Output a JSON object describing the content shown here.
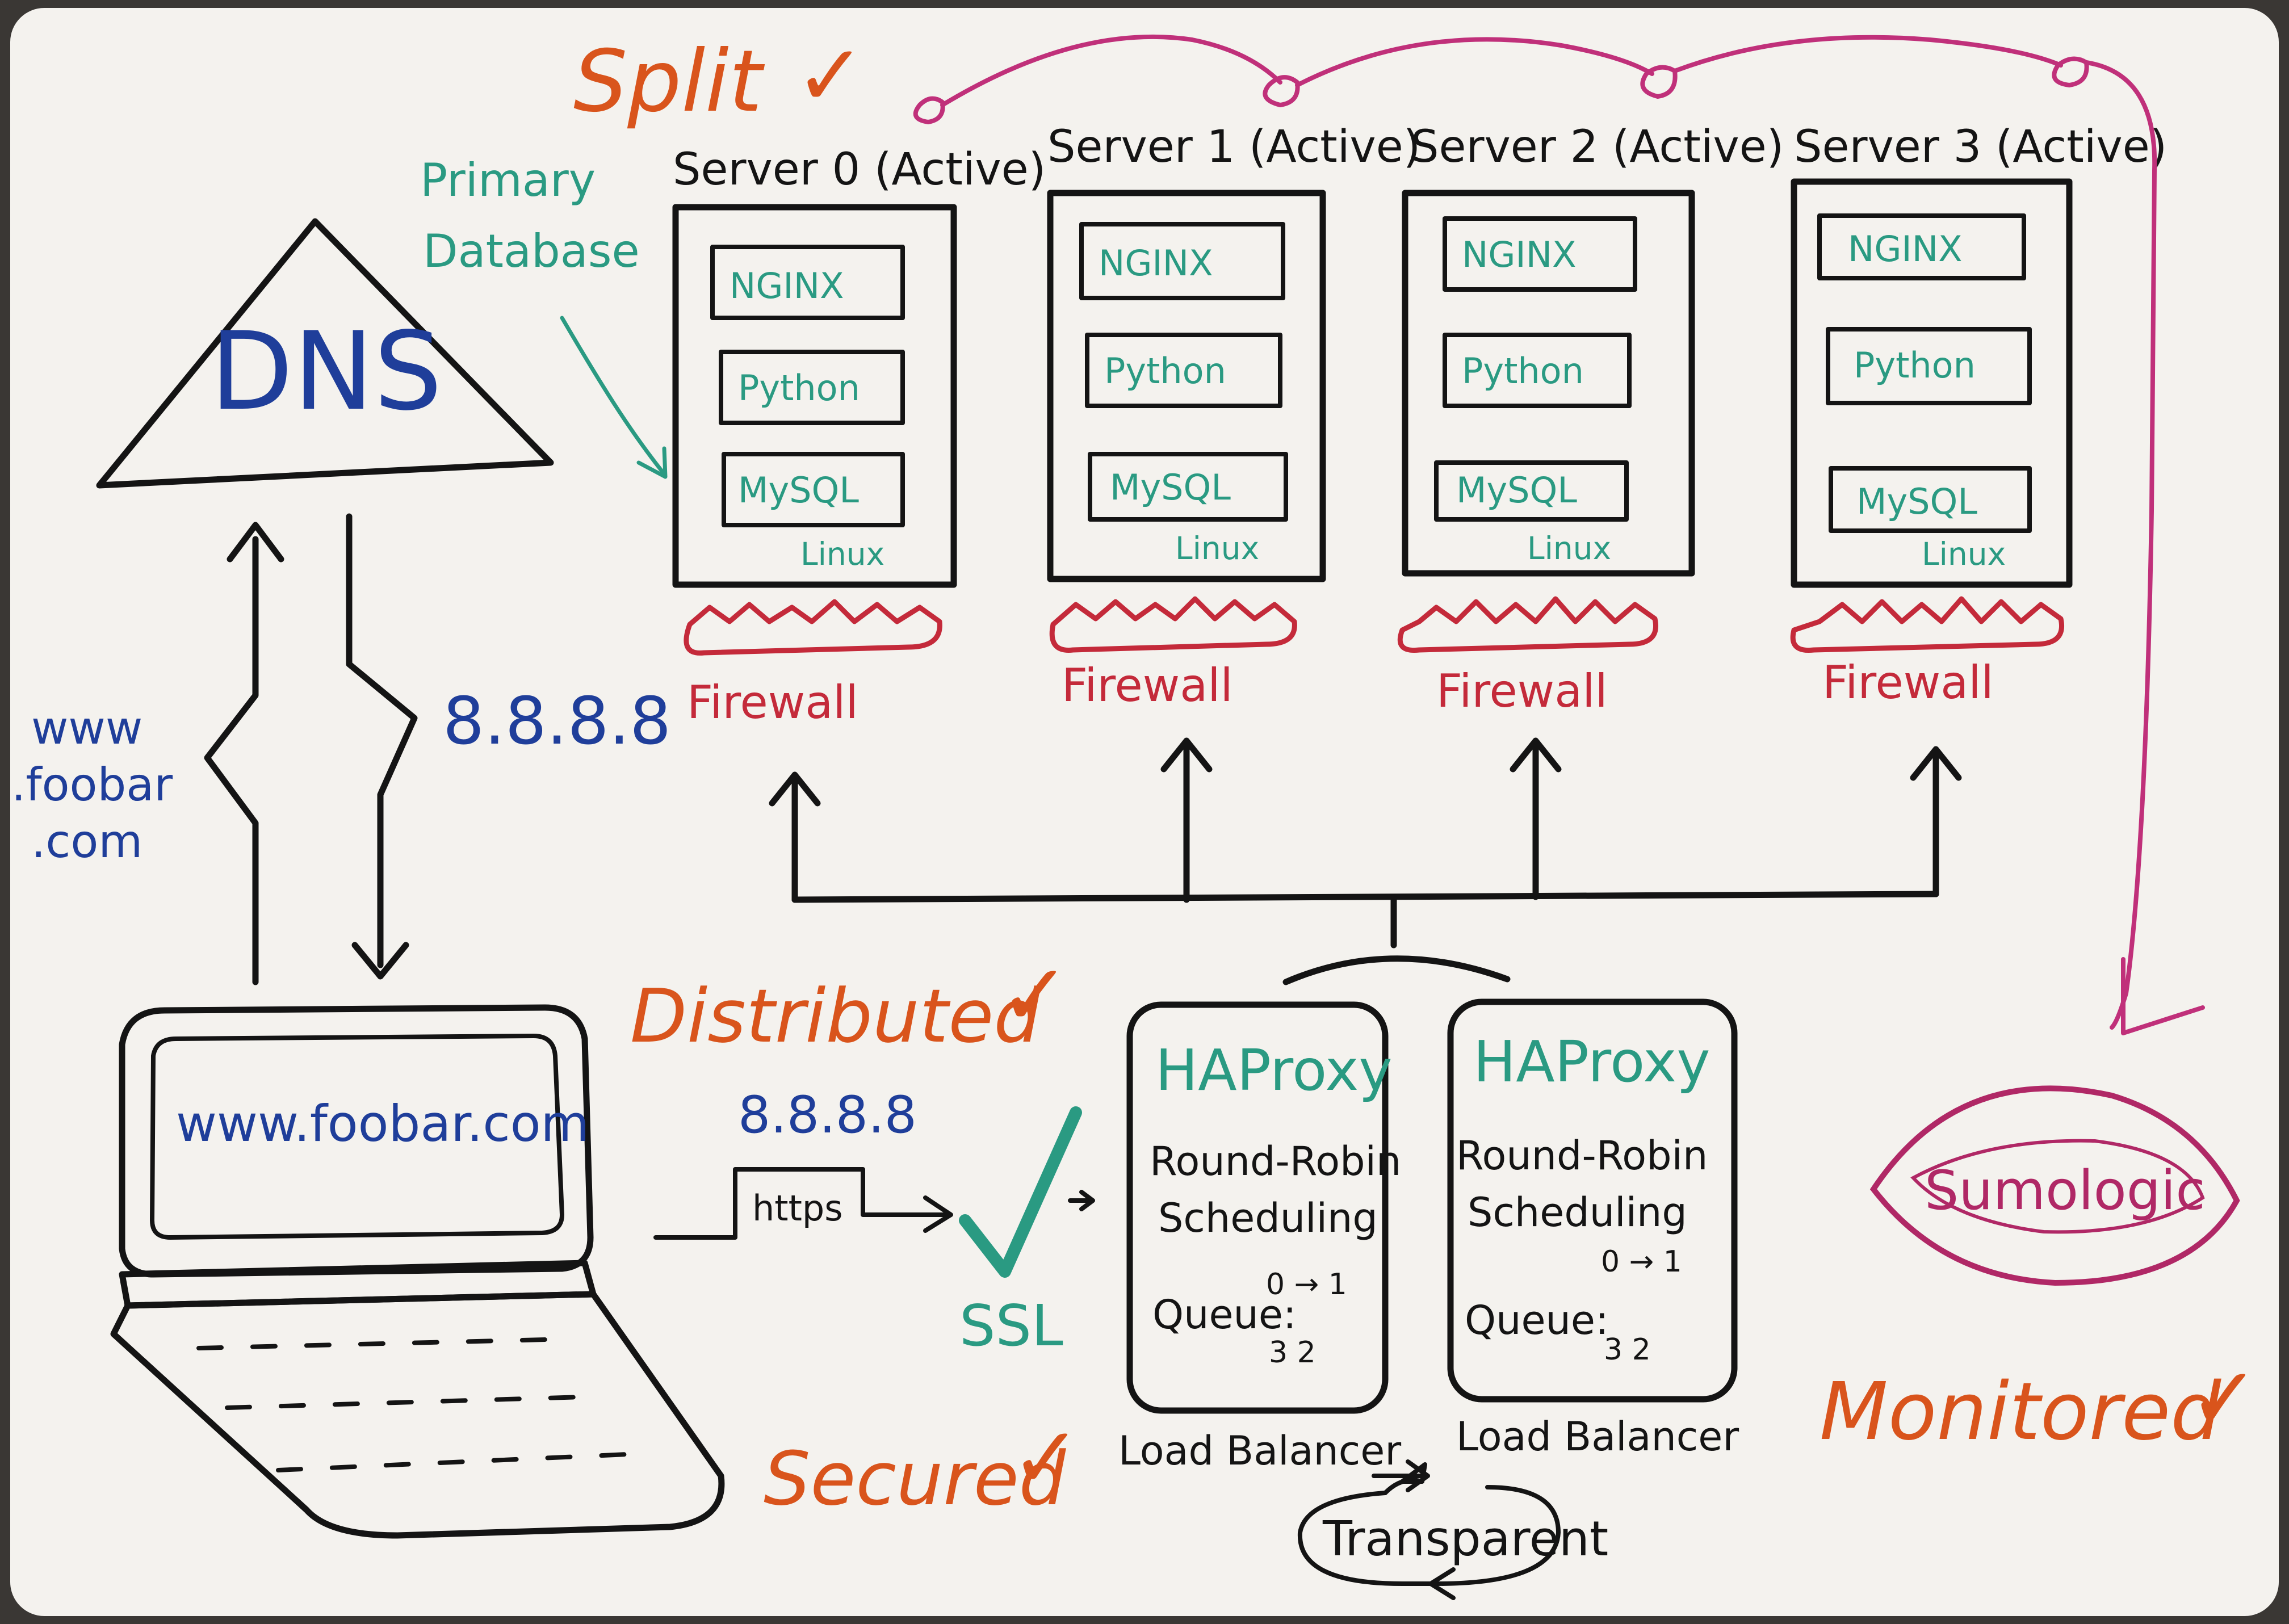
{
  "colors": {
    "board": "#f4f2ee",
    "black": "#141414",
    "teal": "#2a9a82",
    "blue": "#1f3e9a",
    "red": "#c42a3a",
    "orange": "#d9541c",
    "magenta": "#b02866"
  },
  "labels": {
    "split": "Split",
    "primary_database": [
      "Primary",
      "Database"
    ],
    "dns": "DNS",
    "dns_ip": "8.8.8.8",
    "domain_lines": [
      "www",
      ".foobar",
      ".com"
    ],
    "browser_url": "www.foobar.com",
    "distributed": "Distributed",
    "request_ip": "8.8.8.8",
    "https": "https",
    "ssl": "SSL",
    "secured": "Secured",
    "monitored": "Monitored",
    "sumologic": "Sumologic",
    "transparent": "Transparent",
    "check": "✓"
  },
  "servers": [
    {
      "title": "Server 0 (Active)",
      "services": [
        "NGINX",
        "Python",
        "MySQL"
      ],
      "os": "Linux",
      "firewall": "Firewall"
    },
    {
      "title": "Server 1 (Active)",
      "services": [
        "NGINX",
        "Python",
        "MySQL"
      ],
      "os": "Linux",
      "firewall": "Firewall"
    },
    {
      "title": "Server 2 (Active)",
      "services": [
        "NGINX",
        "Python",
        "MySQL"
      ],
      "os": "Linux",
      "firewall": "Firewall"
    },
    {
      "title": "Server 3 (Active)",
      "services": [
        "NGINX",
        "Python",
        "MySQL"
      ],
      "os": "Linux",
      "firewall": "Firewall"
    }
  ],
  "load_balancers": [
    {
      "name": "HAProxy",
      "algorithm": [
        "Round-Robin",
        "Scheduling"
      ],
      "queue_label": "Queue:",
      "queue": [
        "0 → 1",
        "3      2"
      ],
      "caption": "Load Balancer"
    },
    {
      "name": "HAProxy",
      "algorithm": [
        "Round-Robin",
        "Scheduling"
      ],
      "queue_label": "Queue:",
      "queue": [
        "0 → 1",
        "3      2"
      ],
      "caption": "Load Balancer"
    }
  ]
}
